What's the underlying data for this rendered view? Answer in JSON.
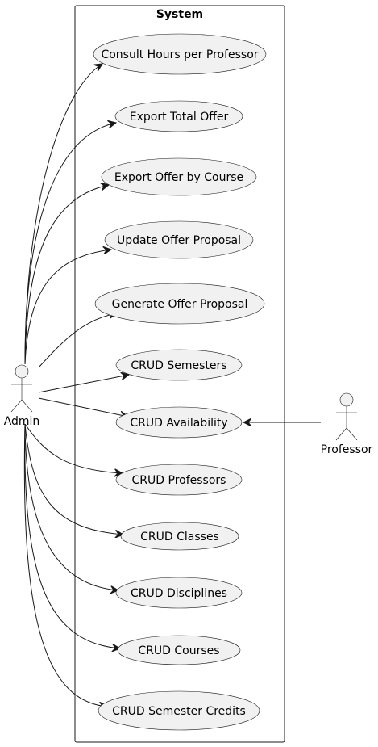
{
  "system": {
    "title": "System"
  },
  "actors": [
    {
      "id": "admin",
      "label": "Admin"
    },
    {
      "id": "professor",
      "label": "Professor"
    }
  ],
  "use_cases": [
    {
      "id": "uc-consult-hours",
      "label": "Consult Hours per Professor"
    },
    {
      "id": "uc-export-total",
      "label": "Export Total Offer"
    },
    {
      "id": "uc-export-course",
      "label": "Export Offer by Course"
    },
    {
      "id": "uc-update-proposal",
      "label": "Update Offer Proposal"
    },
    {
      "id": "uc-generate-proposal",
      "label": "Generate Offer Proposal"
    },
    {
      "id": "uc-crud-semesters",
      "label": "CRUD Semesters"
    },
    {
      "id": "uc-crud-availability",
      "label": "CRUD Availability"
    },
    {
      "id": "uc-crud-professors",
      "label": "CRUD Professors"
    },
    {
      "id": "uc-crud-classes",
      "label": "CRUD Classes"
    },
    {
      "id": "uc-crud-disciplines",
      "label": "CRUD Disciplines"
    },
    {
      "id": "uc-crud-courses",
      "label": "CRUD Courses"
    },
    {
      "id": "uc-crud-semester-credits",
      "label": "CRUD Semester Credits"
    }
  ],
  "associations": [
    {
      "from": "admin",
      "to": "uc-consult-hours"
    },
    {
      "from": "admin",
      "to": "uc-export-total"
    },
    {
      "from": "admin",
      "to": "uc-export-course"
    },
    {
      "from": "admin",
      "to": "uc-update-proposal"
    },
    {
      "from": "admin",
      "to": "uc-generate-proposal"
    },
    {
      "from": "admin",
      "to": "uc-crud-semesters"
    },
    {
      "from": "admin",
      "to": "uc-crud-availability"
    },
    {
      "from": "admin",
      "to": "uc-crud-professors"
    },
    {
      "from": "admin",
      "to": "uc-crud-classes"
    },
    {
      "from": "admin",
      "to": "uc-crud-disciplines"
    },
    {
      "from": "admin",
      "to": "uc-crud-courses"
    },
    {
      "from": "admin",
      "to": "uc-crud-semester-credits"
    },
    {
      "from": "professor",
      "to": "uc-crud-availability"
    }
  ],
  "colors": {
    "stroke": "#181818",
    "fill": "#f1f1f1",
    "background": "#ffffff",
    "text": "#000000"
  }
}
